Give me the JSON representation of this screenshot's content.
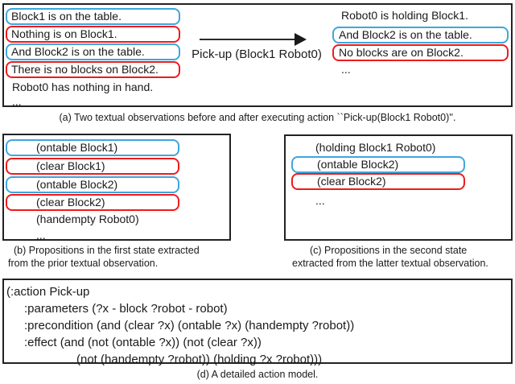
{
  "colors": {
    "blue_box": "#3FA6DC",
    "red_box": "#EE1B1B",
    "panel_border": "#222222",
    "text": "#1A1A1A"
  },
  "panel_a": {
    "caption": "(a) Two textual observations before and after executing action ``Pick-up(Block1 Robot0)''.",
    "action_label": "Pick-up (Block1 Robot0)",
    "before": [
      {
        "text": "Block1 is on the table.",
        "box": "blue"
      },
      {
        "text": "Nothing is on Block1.",
        "box": "red"
      },
      {
        "text": "And Block2 is on the table.",
        "box": "blue"
      },
      {
        "text": "There is no blocks on Block2.",
        "box": "red"
      },
      {
        "text": "Robot0 has nothing in hand.",
        "box": "none"
      },
      {
        "text": "...",
        "box": "none"
      }
    ],
    "after": [
      {
        "text": "Robot0 is holding Block1.",
        "box": "none"
      },
      {
        "text": "And Block2 is on the table.",
        "box": "blue"
      },
      {
        "text": "No blocks are on Block2.",
        "box": "red"
      },
      {
        "text": "...",
        "box": "none"
      }
    ]
  },
  "panel_b": {
    "caption_line1": "(b) Propositions in the first state extracted",
    "caption_line2": "from the prior textual observation.",
    "propositions": [
      {
        "text": "(ontable Block1)",
        "box": "blue"
      },
      {
        "text": "(clear Block1)",
        "box": "red"
      },
      {
        "text": "(ontable Block2)",
        "box": "blue"
      },
      {
        "text": "(clear Block2)",
        "box": "red"
      },
      {
        "text": "(handempty Robot0)",
        "box": "none"
      },
      {
        "text": "...",
        "box": "none"
      }
    ]
  },
  "panel_c": {
    "caption_line1": "(c) Propositions in the second state",
    "caption_line2": "extracted from the latter textual observation.",
    "propositions": [
      {
        "text": "(holding Block1 Robot0)",
        "box": "none"
      },
      {
        "text": "(ontable Block2)",
        "box": "blue"
      },
      {
        "text": "(clear Block2)",
        "box": "red"
      },
      {
        "text": "...",
        "box": "none"
      }
    ]
  },
  "panel_d": {
    "caption": "(d) A detailed action model.",
    "code_lines": [
      "(:action Pick-up",
      ":parameters (?x - block ?robot - robot)",
      ":precondition (and (clear ?x) (ontable ?x) (handempty ?robot))",
      ":effect (and (not (ontable ?x)) (not (clear ?x))",
      "(not (handempty ?robot)) (holding ?x ?robot)))"
    ]
  }
}
